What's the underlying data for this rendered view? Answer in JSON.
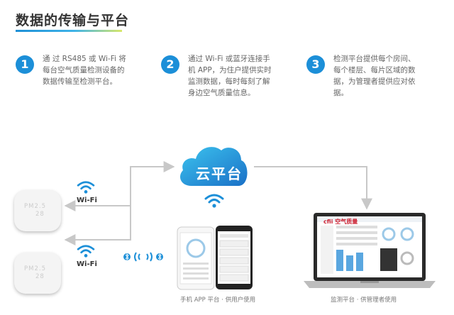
{
  "header": {
    "title": "数据的传输与平台"
  },
  "steps": [
    {
      "num": "1",
      "lines": [
        "通 过 RS485 或 Wi-Fi 将",
        "每台空气质量检测设备的",
        "数据传输至检测平台。"
      ]
    },
    {
      "num": "2",
      "lines": [
        "通过 Wi-Fi 或蓝牙连接手",
        "机 APP，为住户提供实时",
        "监测数据，每时每刻了解",
        "身边空气质量信息。"
      ]
    },
    {
      "num": "3",
      "lines": [
        "检测平台提供每个房间、",
        "每个楼层、每片区域的数",
        "据，为管理者提供应对依",
        "据。"
      ]
    }
  ],
  "diagram": {
    "cloud_label": "云平台",
    "wifi_label_top": "Wi-Fi",
    "wifi_label_bottom": "Wi-Fi",
    "sensor_top_text": [
      "PM2.5",
      "28"
    ],
    "sensor_bottom_text": [
      "PM2.5",
      "28"
    ],
    "app_caption": "手机 APP 平台 · 供用户使用",
    "monitor_caption": "监测平台 · 供管理者使用",
    "monitor_logo": "cfii 空气质量"
  },
  "colors": {
    "accent": "#1c8fd8",
    "arrow": "#c8c8c8",
    "cloud_light": "#27b3e6",
    "cloud_dark": "#1a70c7"
  }
}
